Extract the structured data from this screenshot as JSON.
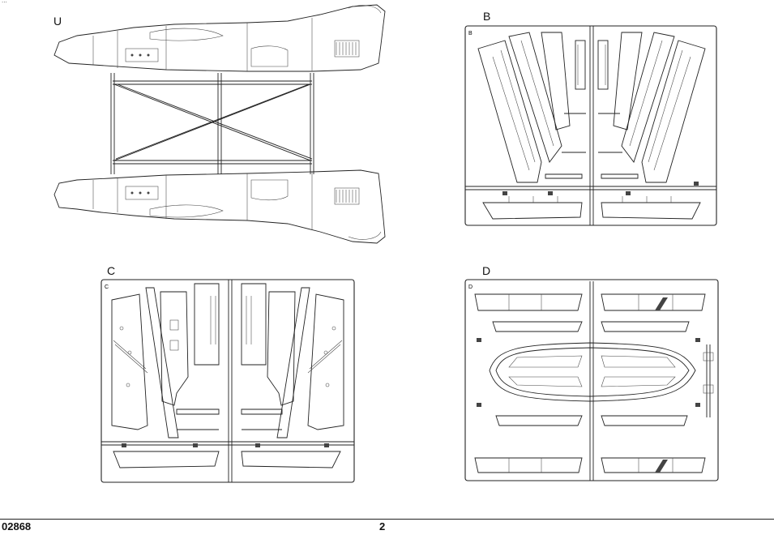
{
  "sheet": {
    "header_scrap": "...",
    "footer": {
      "code": "02868",
      "page_number": "2"
    }
  },
  "panels": {
    "U": {
      "label": "U",
      "part_count": 2
    },
    "B": {
      "label": "B",
      "frame_tag": "B"
    },
    "C": {
      "label": "C",
      "frame_tag": "C"
    },
    "D": {
      "label": "D",
      "frame_tag": "D"
    }
  }
}
